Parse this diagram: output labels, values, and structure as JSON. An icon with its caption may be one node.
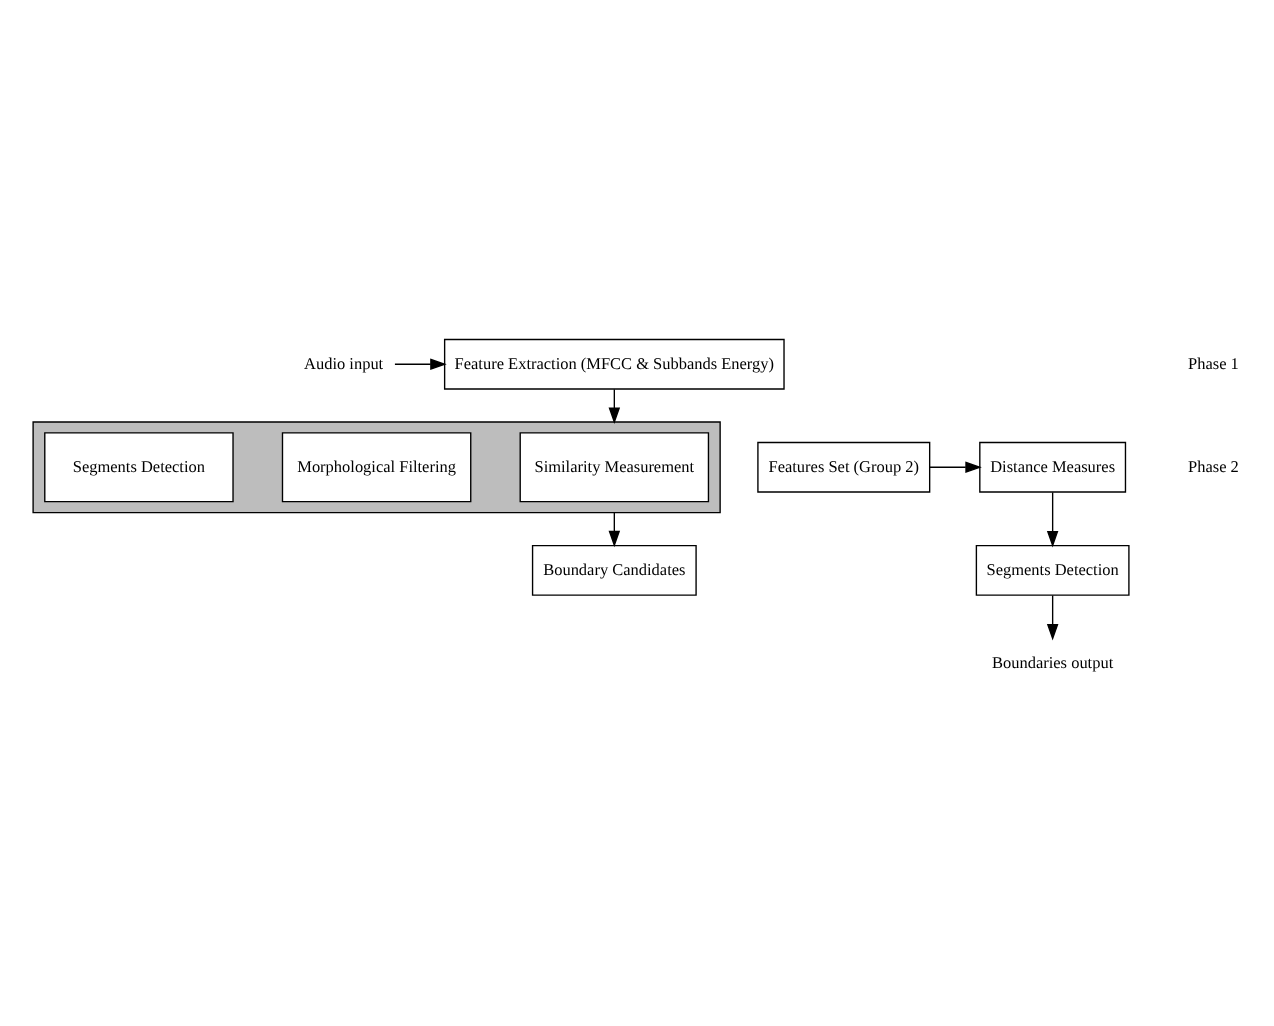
{
  "diagram": {
    "nodes": [
      {
        "text": [
          "Audio input"
        ]
      },
      {
        "text": [
          "Feature Extraction (MFCC & Subbands Energy)"
        ]
      },
      {
        "text": [],
        "shape": "box"
      },
      {
        "text": [
          "Similarity Measurement"
        ],
        "in": 2
      },
      {
        "text": [
          "Morphological Filtering"
        ],
        "in": 2
      },
      {
        "text": [
          "Segments Detection"
        ],
        "in": 2
      },
      {
        "text": [
          "Boundary Candidates"
        ]
      },
      {
        "text": [
          "Features Set (Group 2)"
        ]
      },
      {
        "text": [
          "Distance Measures"
        ]
      },
      {
        "text": [
          "Segments Detection"
        ]
      },
      {
        "text": [
          "Boundaries output"
        ]
      }
    ],
    "edges": [
      {
        "from": 0,
        "to": 1,
        "arrow": "to"
      },
      {
        "from": 1,
        "to": 2,
        "arrow": "to"
      },
      {
        "from": 2,
        "to": 6,
        "arrow": "to"
      },
      {
        "from": 7,
        "to": 8,
        "arrow": "to"
      },
      {
        "from": 8,
        "to": 9,
        "arrow": "to"
      },
      {
        "from": 9,
        "to": 10,
        "arrow": "to"
      }
    ],
    "labels": [
      "Phase 1",
      "Phase 2"
    ]
  }
}
